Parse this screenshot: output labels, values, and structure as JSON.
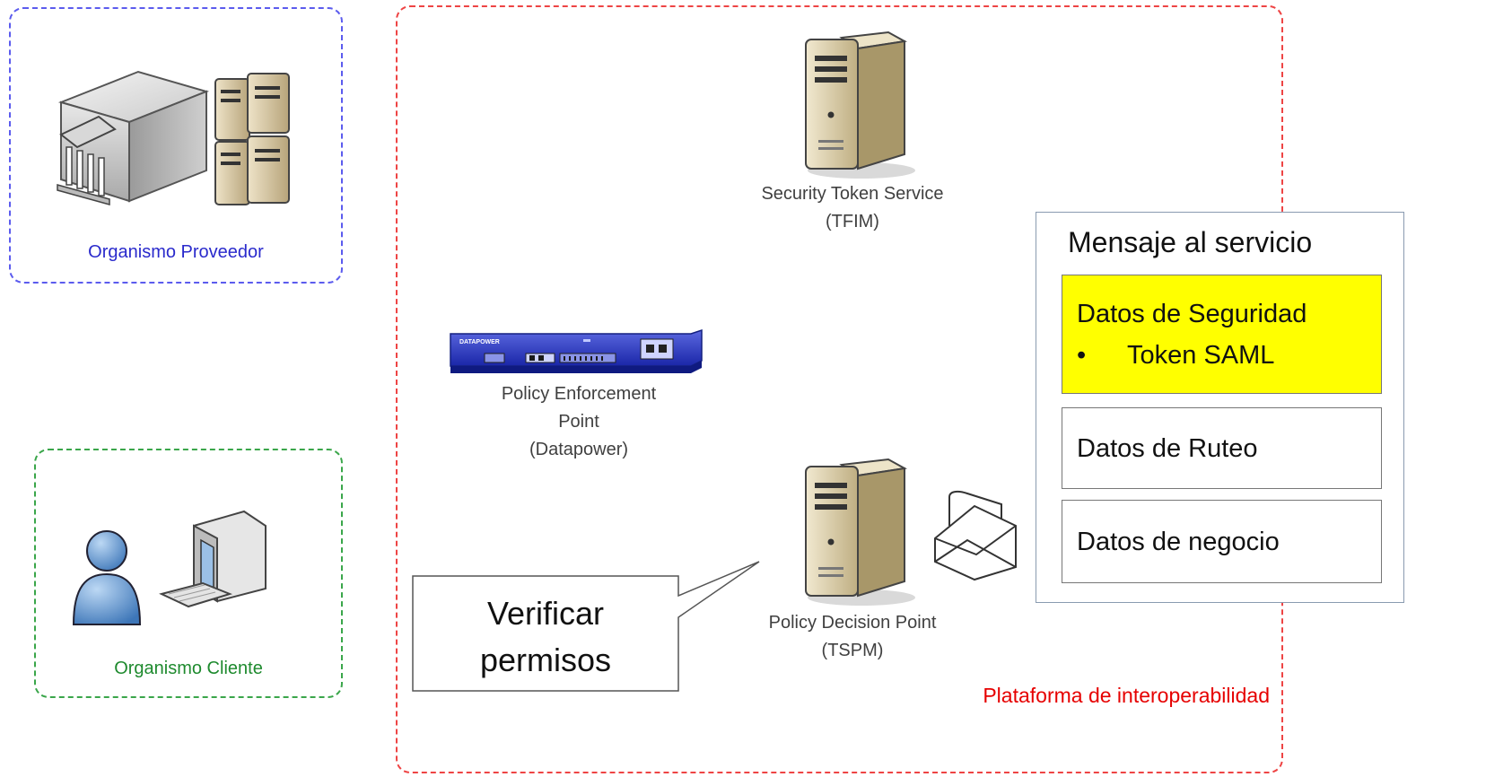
{
  "colors": {
    "provider_border": "#5b5bee",
    "provider_text": "#2a2acc",
    "client_border": "#3aa64a",
    "client_text": "#1e8a2e",
    "platform_border": "#ee4444",
    "platform_text": "#e60000",
    "security_fill": "#ffff00"
  },
  "zones": {
    "provider": {
      "label": "Organismo Proveedor"
    },
    "client": {
      "label": "Organismo Cliente"
    },
    "platform": {
      "label": "Plataforma de interoperabilidad"
    }
  },
  "nodes": {
    "sts": {
      "label_lines": [
        "Security Token Service",
        "(TFIM)"
      ],
      "icon": "server-icon"
    },
    "pep": {
      "label_lines": [
        "Policy Enforcement",
        "Point",
        "(Datapower)"
      ],
      "icon": "datapower-appliance-icon",
      "device_brand": "DATAPOWER"
    },
    "pdp": {
      "label_lines": [
        "Policy Decision Point",
        "(TSPM)"
      ],
      "icon": "server-icon"
    }
  },
  "message": {
    "title": "Mensaje al servicio",
    "security": {
      "title": "Datos de Seguridad",
      "bullet": "•",
      "item": "Token SAML"
    },
    "routing": "Datos de Ruteo",
    "business": "Datos de negocio",
    "icon": "envelope-icon"
  },
  "callout": {
    "lines": [
      "Verificar",
      "permisos"
    ]
  }
}
